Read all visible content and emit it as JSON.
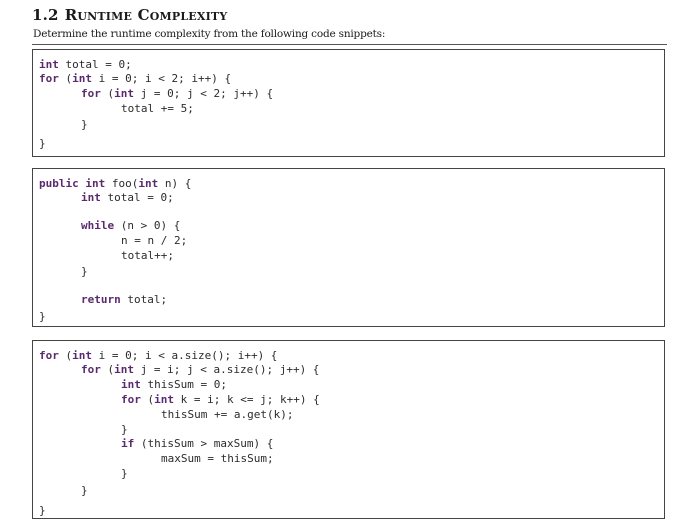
{
  "section": {
    "number": "1.2",
    "title_first": "R",
    "title_first_rest": "UNTIME",
    "title_second": "C",
    "title_second_rest": "OMPLEXITY"
  },
  "instruction": "Determine the runtime complexity from the following code snippets:",
  "snippets": [
    {
      "lines": [
        [
          "",
          [
            [
              "kw",
              "int"
            ],
            [
              "t",
              " total = 0;"
            ]
          ]
        ],
        [
          "",
          [
            [
              "kw",
              "for"
            ],
            [
              "t",
              " ("
            ],
            [
              "kw",
              "int"
            ],
            [
              "t",
              " i = 0; i < 2; i++) {"
            ]
          ]
        ],
        [
          "",
          [
            [
              "kw",
              "for"
            ],
            [
              "t",
              " ("
            ],
            [
              "kw",
              "int"
            ],
            [
              "t",
              " j = 0; j < 2; j++) {"
            ]
          ]
        ],
        [
          "",
          [
            [
              "t",
              "total += 5;"
            ]
          ]
        ],
        [
          "",
          [
            [
              "t",
              "}"
            ]
          ]
        ],
        [
          "",
          [
            [
              "t",
              "}"
            ]
          ]
        ]
      ]
    },
    {
      "lines": [
        [
          "",
          [
            [
              "kw",
              "public"
            ],
            [
              "t",
              " "
            ],
            [
              "kw",
              "int"
            ],
            [
              "t",
              " foo("
            ],
            [
              "kw",
              "int"
            ],
            [
              "t",
              " n) {"
            ]
          ]
        ],
        [
          "",
          [
            [
              "kw",
              "int"
            ],
            [
              "t",
              " total = 0;"
            ]
          ]
        ],
        [
          "",
          [
            [
              "kw",
              "while"
            ],
            [
              "t",
              " (n > 0) {"
            ]
          ]
        ],
        [
          "",
          [
            [
              "t",
              "n = n / 2;"
            ]
          ]
        ],
        [
          "",
          [
            [
              "t",
              "total++;"
            ]
          ]
        ],
        [
          "",
          [
            [
              "t",
              "}"
            ]
          ]
        ],
        [
          "",
          [
            [
              "kw",
              "return"
            ],
            [
              "t",
              " total;"
            ]
          ]
        ],
        [
          "",
          [
            [
              "t",
              "}"
            ]
          ]
        ]
      ]
    },
    {
      "lines": [
        [
          "",
          [
            [
              "kw",
              "for"
            ],
            [
              "t",
              " ("
            ],
            [
              "kw",
              "int"
            ],
            [
              "t",
              " i = 0; i < a.size(); i++) {"
            ]
          ]
        ],
        [
          "",
          [
            [
              "kw",
              "for"
            ],
            [
              "t",
              " ("
            ],
            [
              "kw",
              "int"
            ],
            [
              "t",
              " j = i; j < a.size(); j++) {"
            ]
          ]
        ],
        [
          "",
          [
            [
              "kw",
              "int"
            ],
            [
              "t",
              " thisSum = 0;"
            ]
          ]
        ],
        [
          "",
          [
            [
              "kw",
              "for"
            ],
            [
              "t",
              " ("
            ],
            [
              "kw",
              "int"
            ],
            [
              "t",
              " k = i; k <= j; k++) {"
            ]
          ]
        ],
        [
          "",
          [
            [
              "t",
              "thisSum += a.get(k);"
            ]
          ]
        ],
        [
          "",
          [
            [
              "t",
              "}"
            ]
          ]
        ],
        [
          "",
          [
            [
              "kw",
              "if"
            ],
            [
              "t",
              " (thisSum > maxSum) {"
            ]
          ]
        ],
        [
          "",
          [
            [
              "t",
              "maxSum = thisSum;"
            ]
          ]
        ],
        [
          "",
          [
            [
              "t",
              "}"
            ]
          ]
        ],
        [
          "",
          [
            [
              "t",
              "}"
            ]
          ]
        ],
        [
          "",
          [
            [
              "t",
              "}"
            ]
          ]
        ]
      ]
    }
  ]
}
